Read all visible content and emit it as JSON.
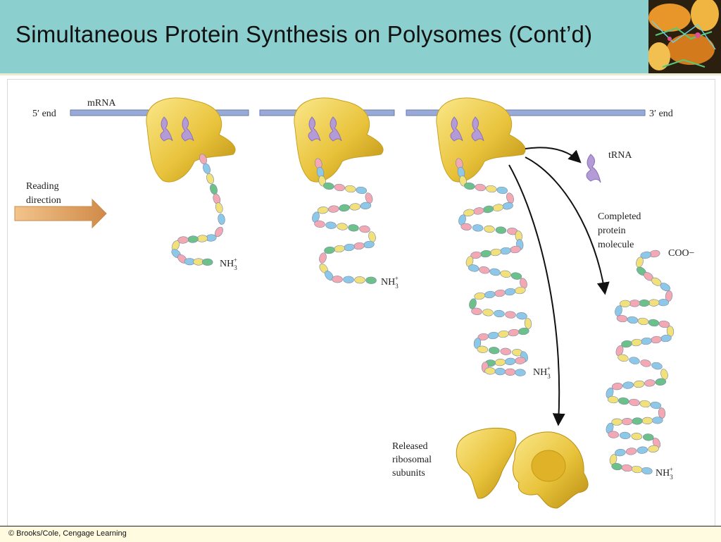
{
  "slide": {
    "title": "Simultaneous Protein Synthesis on Polysomes (Cont’d)",
    "credit": "© Brooks/Cole, Cengage Learning"
  },
  "diagram": {
    "five_prime": "5′ end",
    "mrna": "mRNA",
    "three_prime": "3′ end",
    "reading_line1": "Reading",
    "reading_line2": "direction",
    "trna": "tRNA",
    "completed_line1": "Completed",
    "completed_line2": "protein",
    "completed_line3": "molecule",
    "coo": "COO−",
    "nh3": "NH",
    "nh3_sub": "3",
    "nh3_sup": "+",
    "released_line1": "Released",
    "released_line2": "ribosomal",
    "released_line3": "subunits"
  },
  "colors": {
    "header_bg": "#8ccfcf",
    "mrna": "#9aaad6",
    "ribosome": "#e8c23a",
    "bead_pink": "#f4a8b4",
    "bead_blue": "#8ec8e8",
    "bead_yellow": "#f2e07a",
    "bead_green": "#6cc08a",
    "arrow": "#d89a58",
    "trna": "#b49ad6"
  }
}
